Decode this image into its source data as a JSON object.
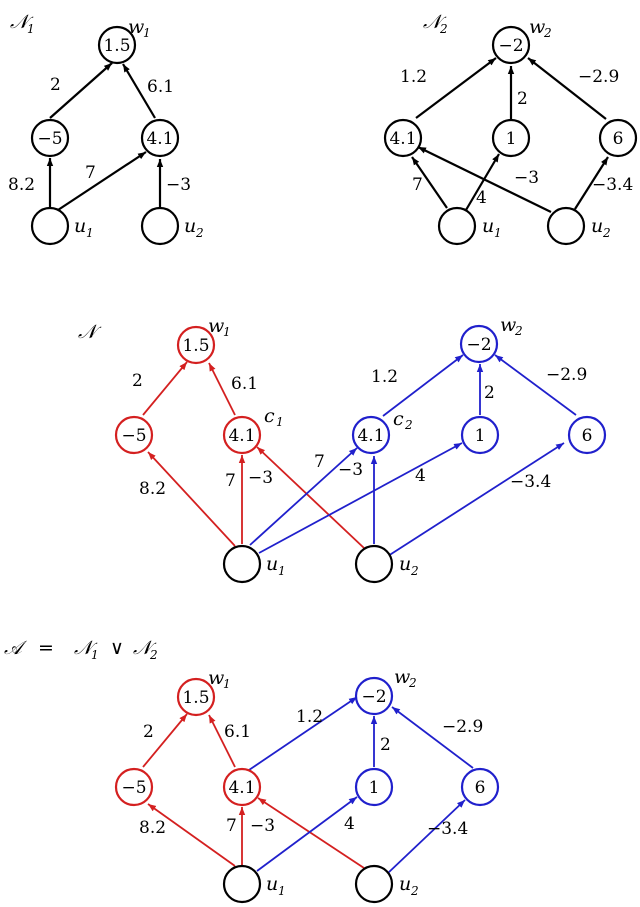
{
  "colors": {
    "black": "#000000",
    "red": "#d42020",
    "blue": "#2020cc"
  },
  "diagrams": {
    "n1": {
      "title": "𝒩",
      "title_sub": "1",
      "nodes": {
        "w1": "1.5",
        "a": "−5",
        "b": "4.1"
      },
      "weights": {
        "a_w1": "2",
        "b_w1": "6.1",
        "u1_a": "8.2",
        "u1_b": "7",
        "u2_b": "−3"
      },
      "labels": {
        "w1": "w",
        "w1_sub": "1",
        "u1": "u",
        "u1_sub": "1",
        "u2": "u",
        "u2_sub": "2"
      }
    },
    "n2": {
      "title": "𝒩",
      "title_sub": "2",
      "nodes": {
        "w2": "−2",
        "a": "4.1",
        "b": "1",
        "c": "6"
      },
      "weights": {
        "a_w2": "1.2",
        "b_w2": "2",
        "c_w2": "−2.9",
        "u1_a": "7",
        "u1_b": "4",
        "u2_a": "−3",
        "u2_c": "−3.4"
      },
      "labels": {
        "w2": "w",
        "w2_sub": "2",
        "u1": "u",
        "u1_sub": "1",
        "u2": "u",
        "u2_sub": "2"
      }
    },
    "n": {
      "title": "𝒩",
      "nodes": {
        "w1": "1.5",
        "w2": "−2",
        "r1": "−5",
        "c1": "4.1",
        "c2": "4.1",
        "b1": "1",
        "b2": "6"
      },
      "weights": {
        "r1_w1": "2",
        "c1_w1": "6.1",
        "c2_w2": "1.2",
        "b1_w2": "2",
        "b2_w2": "−2.9",
        "u1_r1": "8.2",
        "u1_c1": "7",
        "u2_c1": "−3",
        "u1_c2": "7",
        "u2_c2": "−3",
        "u1_b1": "4",
        "u2_b2": "−3.4"
      },
      "labels": {
        "w1": "w",
        "w1_sub": "1",
        "w2": "w",
        "w2_sub": "2",
        "c1": "c",
        "c1_sub": "1",
        "c2": "c",
        "c2_sub": "2",
        "u1": "u",
        "u1_sub": "1",
        "u2": "u",
        "u2_sub": "2"
      }
    },
    "a": {
      "formula": {
        "lhs": "𝒜",
        "eq": "=",
        "n": "𝒩",
        "sub1": "1",
        "or": "∨",
        "sub2": "2"
      },
      "nodes": {
        "w1": "1.5",
        "w2": "−2",
        "r1": "−5",
        "c": "4.1",
        "b1": "1",
        "b2": "6"
      },
      "weights": {
        "r1_w1": "2",
        "c_w1": "6.1",
        "c_w2": "1.2",
        "b1_w2": "2",
        "b2_w2": "−2.9",
        "u1_r1": "8.2",
        "u1_c": "7",
        "u2_c": "−3",
        "u1_b1": "4",
        "u2_b2": "−3.4"
      },
      "labels": {
        "w1": "w",
        "w1_sub": "1",
        "w2": "w",
        "w2_sub": "2",
        "u1": "u",
        "u1_sub": "1",
        "u2": "u",
        "u2_sub": "2"
      }
    }
  }
}
